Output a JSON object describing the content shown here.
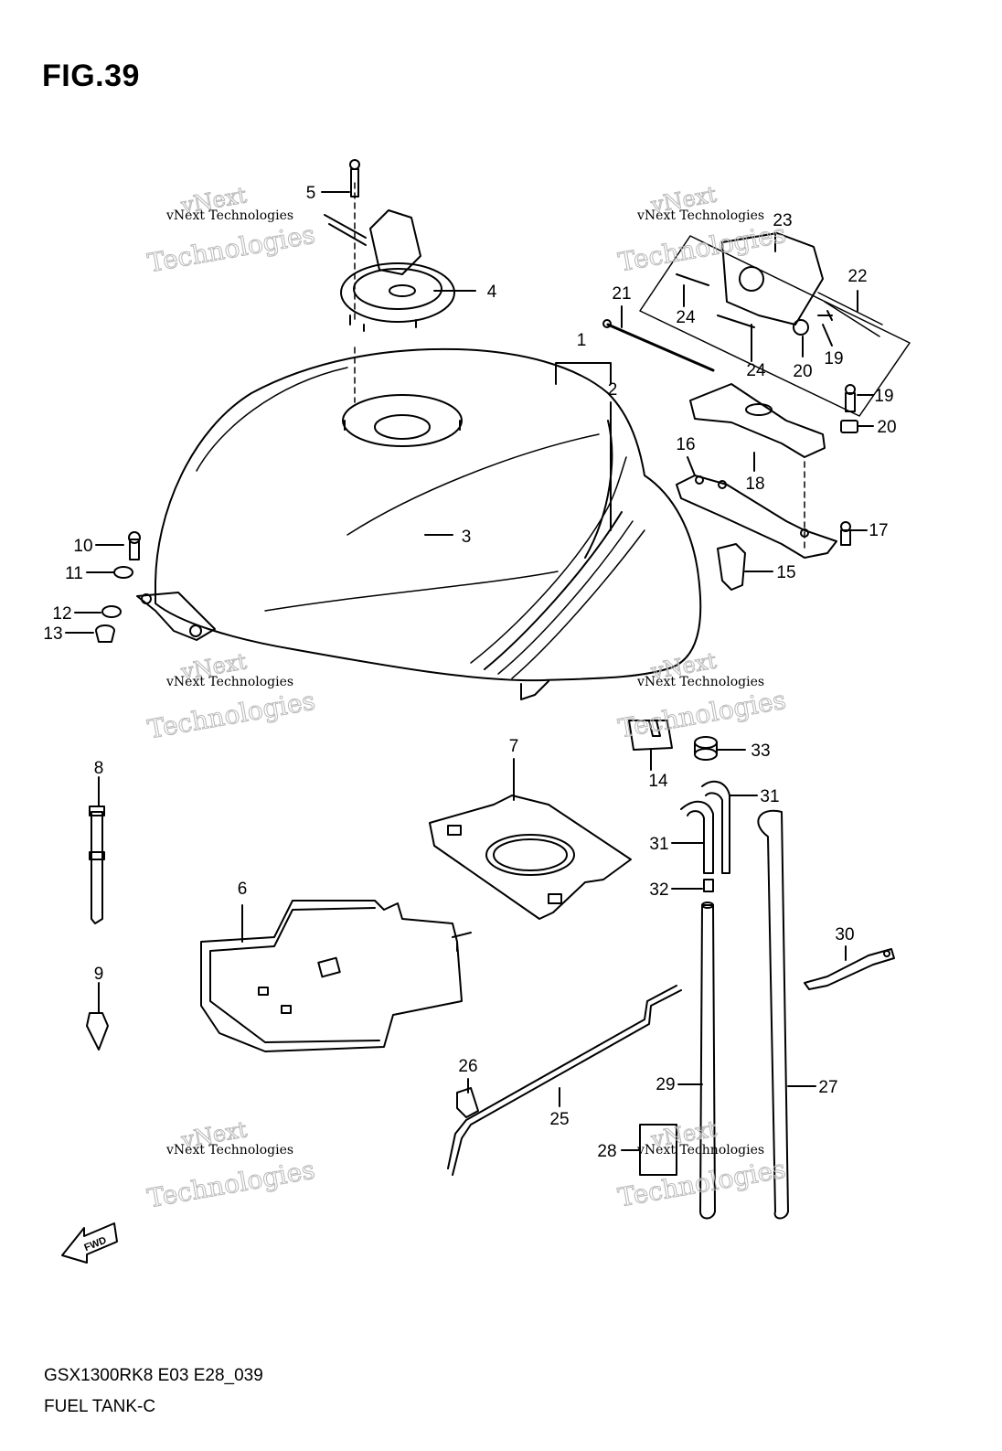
{
  "figure": {
    "title": "FIG.39",
    "model_code": "GSX1300RK8 E03 E28_039",
    "diagram_name": "FUEL TANK-C"
  },
  "watermark": {
    "line1": "vNext Technologies",
    "line2": "vNext",
    "line3": "Technologies"
  },
  "fwd_label": "FWD",
  "callouts": [
    "1",
    "2",
    "3",
    "4",
    "5",
    "6",
    "7",
    "8",
    "9",
    "10",
    "11",
    "12",
    "13",
    "14",
    "15",
    "16",
    "17",
    "18",
    "19",
    "19",
    "20",
    "20",
    "21",
    "22",
    "23",
    "24",
    "24",
    "25",
    "26",
    "27",
    "28",
    "29",
    "30",
    "31",
    "31",
    "32",
    "33"
  ]
}
